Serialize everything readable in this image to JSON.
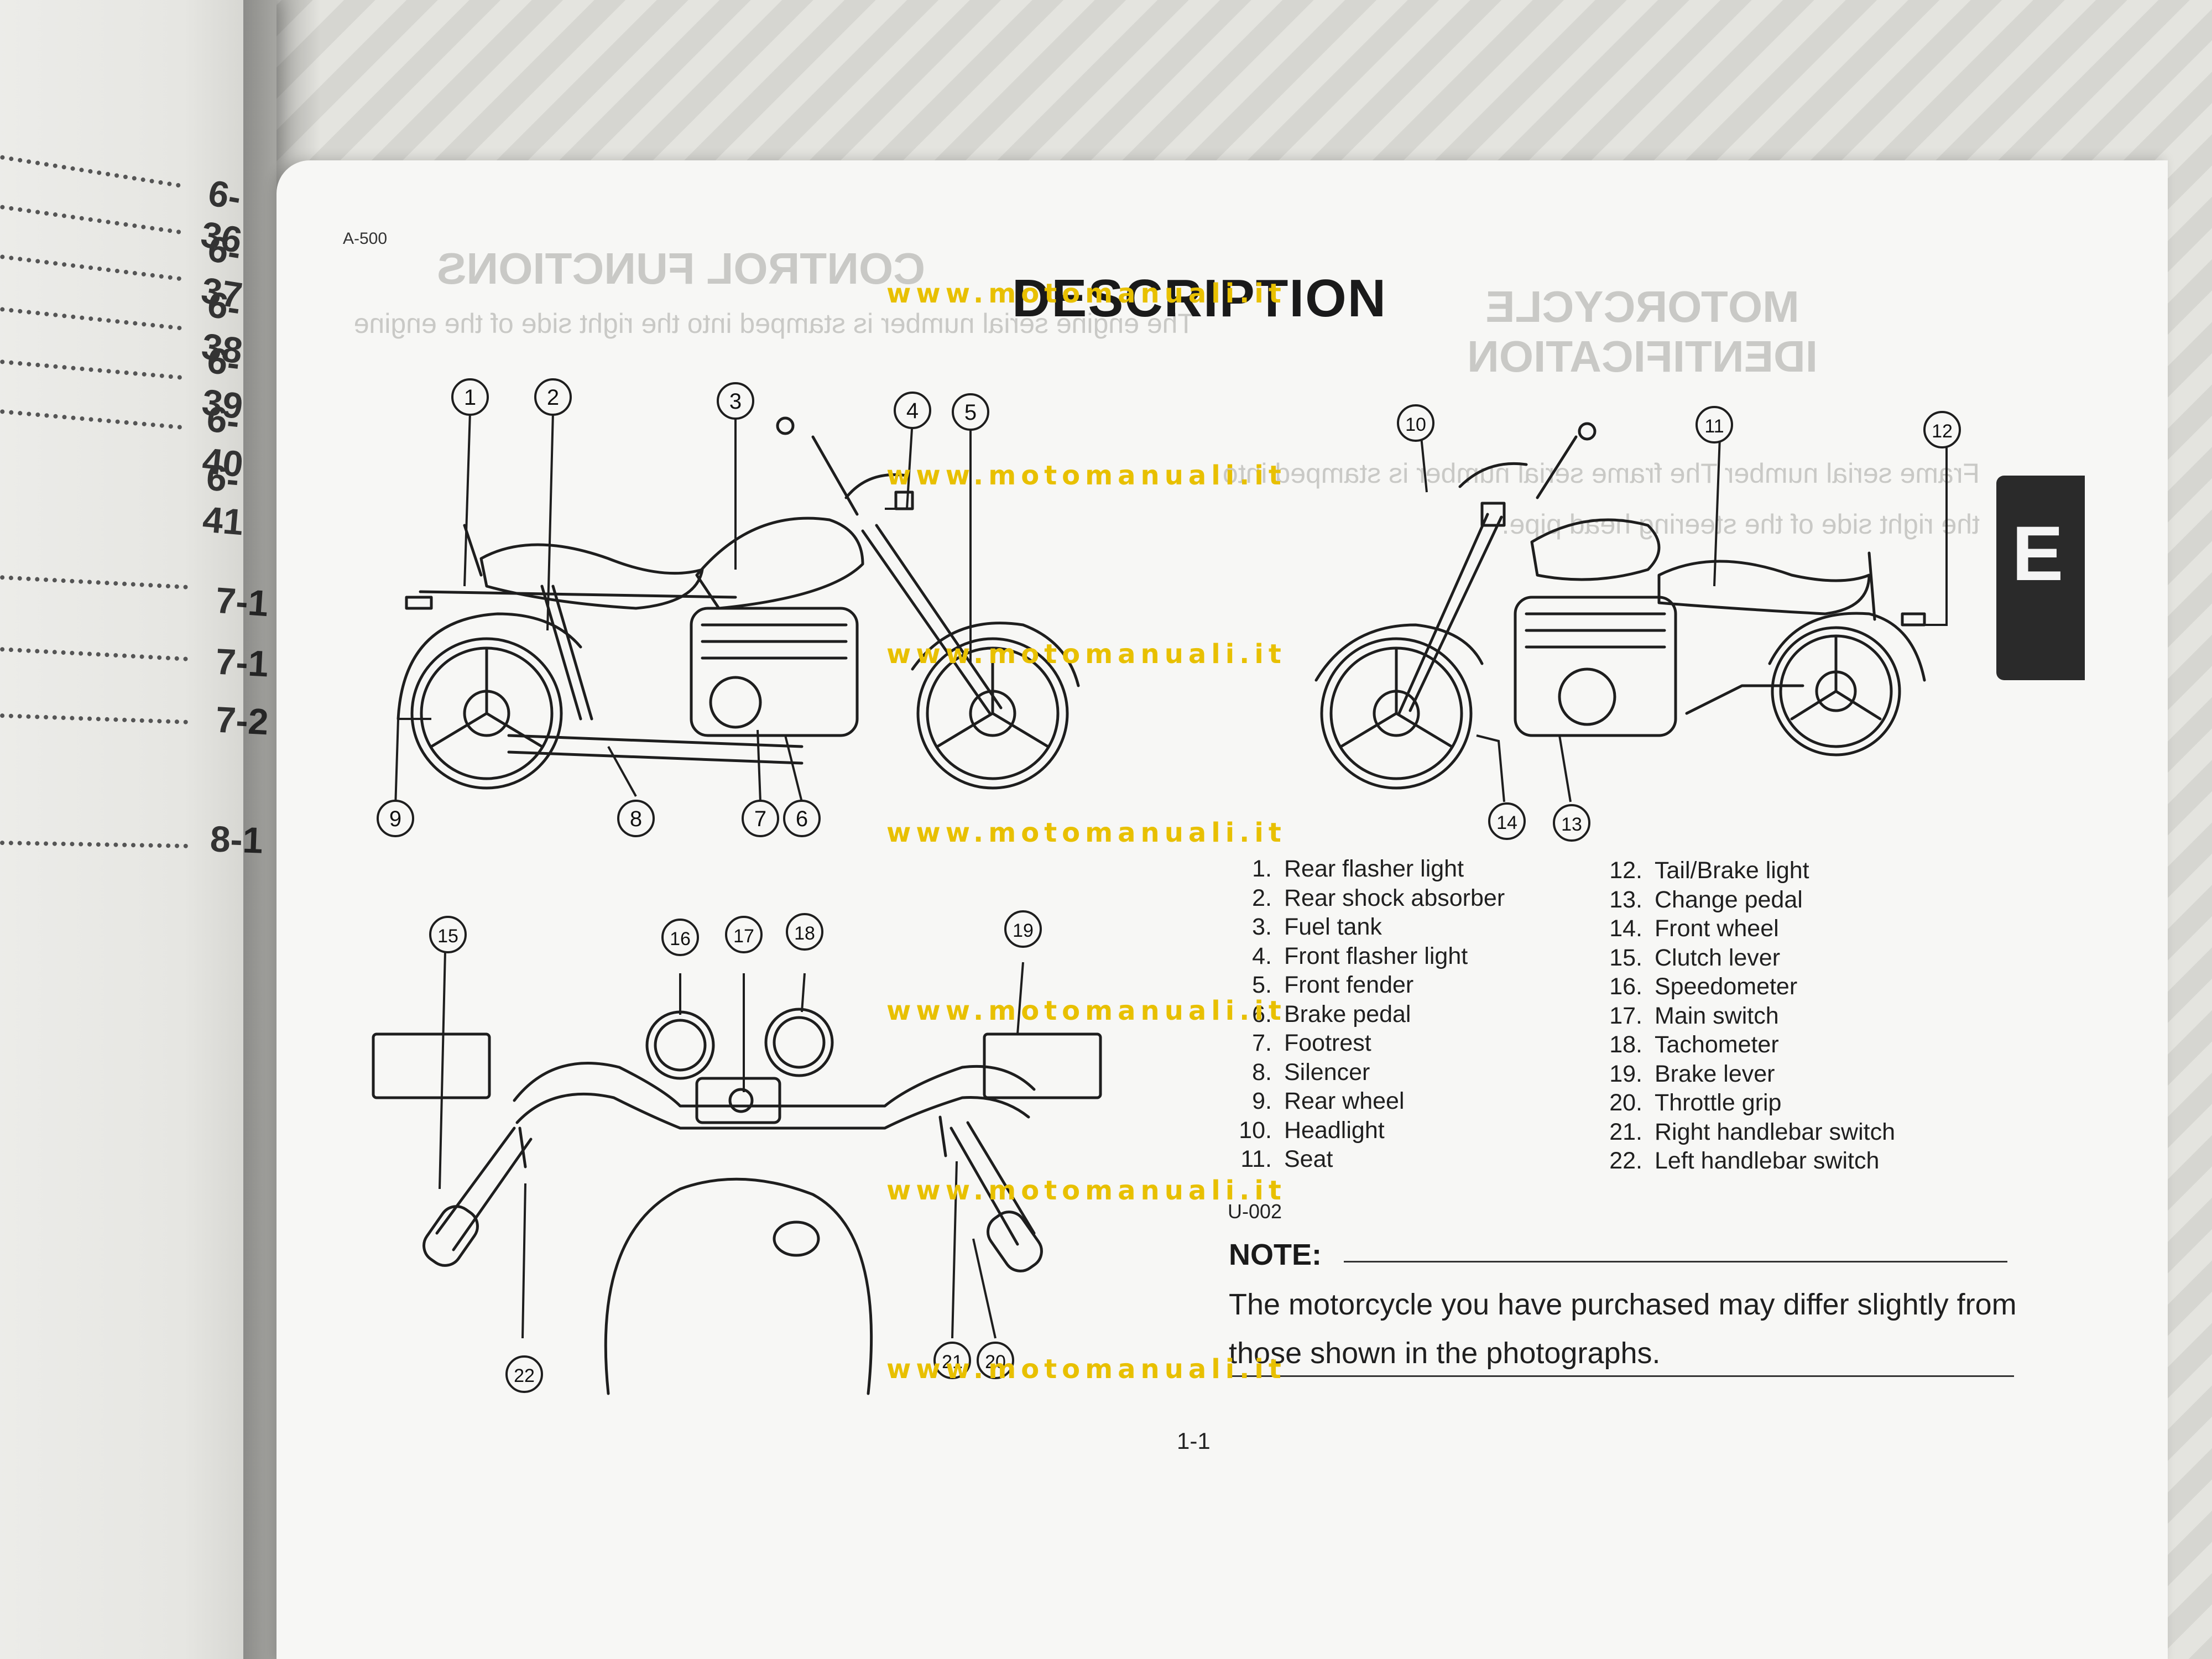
{
  "left_page": {
    "toc": [
      {
        "label": "6-36"
      },
      {
        "label": "6-37"
      },
      {
        "label": "6-38"
      },
      {
        "label": "6-39"
      },
      {
        "label": "6-40"
      },
      {
        "label": "6-41"
      },
      {
        "label": "7-1"
      },
      {
        "label": "7-1"
      },
      {
        "label": "7-2"
      },
      {
        "label": "8-1"
      }
    ]
  },
  "page": {
    "code_left": "A-500",
    "title": "DESCRIPTION",
    "section_tab": "E",
    "parts_left": [
      {
        "num": "1.",
        "label": "Rear flasher light"
      },
      {
        "num": "2.",
        "label": "Rear shock absorber"
      },
      {
        "num": "3.",
        "label": "Fuel tank"
      },
      {
        "num": "4.",
        "label": "Front flasher light"
      },
      {
        "num": "5.",
        "label": "Front fender"
      },
      {
        "num": "6.",
        "label": "Brake pedal"
      },
      {
        "num": "7.",
        "label": "Footrest"
      },
      {
        "num": "8.",
        "label": "Silencer"
      },
      {
        "num": "9.",
        "label": "Rear wheel"
      },
      {
        "num": "10.",
        "label": "Headlight"
      },
      {
        "num": "11.",
        "label": "Seat"
      }
    ],
    "parts_right": [
      {
        "num": "12.",
        "label": "Tail/Brake light"
      },
      {
        "num": "13.",
        "label": "Change pedal"
      },
      {
        "num": "14.",
        "label": "Front wheel"
      },
      {
        "num": "15.",
        "label": "Clutch lever"
      },
      {
        "num": "16.",
        "label": "Speedometer"
      },
      {
        "num": "17.",
        "label": "Main switch"
      },
      {
        "num": "18.",
        "label": "Tachometer"
      },
      {
        "num": "19.",
        "label": "Brake lever"
      },
      {
        "num": "20.",
        "label": "Throttle grip"
      },
      {
        "num": "21.",
        "label": "Right handlebar switch"
      },
      {
        "num": "22.",
        "label": "Left handlebar switch"
      }
    ],
    "note_code": "U-002",
    "note_label": "NOTE:",
    "note_text": "The motorcycle you have purchased may differ slightly from those shown in the photographs.",
    "page_number": "1-1"
  },
  "callouts": {
    "c1": "1",
    "c2": "2",
    "c3": "3",
    "c4": "4",
    "c5": "5",
    "c6": "6",
    "c7": "7",
    "c8": "8",
    "c9": "9",
    "c10": "10",
    "c11": "11",
    "c12": "12",
    "c13": "13",
    "c14": "14",
    "c15": "15",
    "c16": "16",
    "c17": "17",
    "c18": "18",
    "c19": "19",
    "c20": "20",
    "c21": "21",
    "c22": "22"
  },
  "bleed_through": {
    "left_heading": "CONTROL FUNCTIONS",
    "left_body": "The engine serial number is stamped into the right side of the engine",
    "right_heading": "MOTORCYCLE IDENTIFICATION",
    "right_body": "Frame serial number The frame serial number is stamped into the right side of the steering head pipe."
  },
  "watermark": "www.motomanuali.it"
}
